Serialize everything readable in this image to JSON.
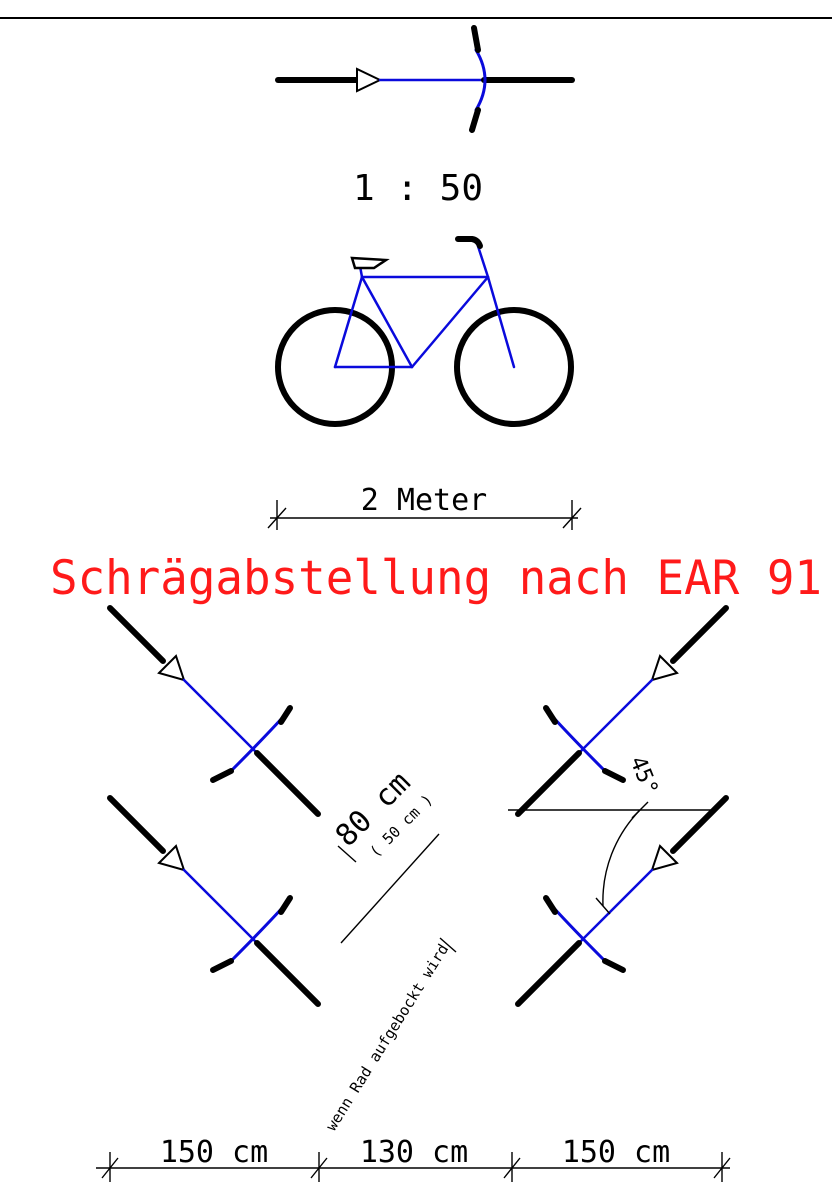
{
  "scale": "1 :  50",
  "bike_dimension": "2 Meter",
  "title": "Schrägabstellung nach EAR 91",
  "spacing_main": "80 cm",
  "spacing_raised": "( 50 cm )",
  "spacing_note": "wenn Rad aufgebockt wird",
  "angle": "45°",
  "widths": [
    "150 cm",
    "130 cm",
    "150 cm"
  ],
  "colors": {
    "ink": "#000000",
    "bike": "#0a0adc",
    "title": "#ff1a1a"
  }
}
